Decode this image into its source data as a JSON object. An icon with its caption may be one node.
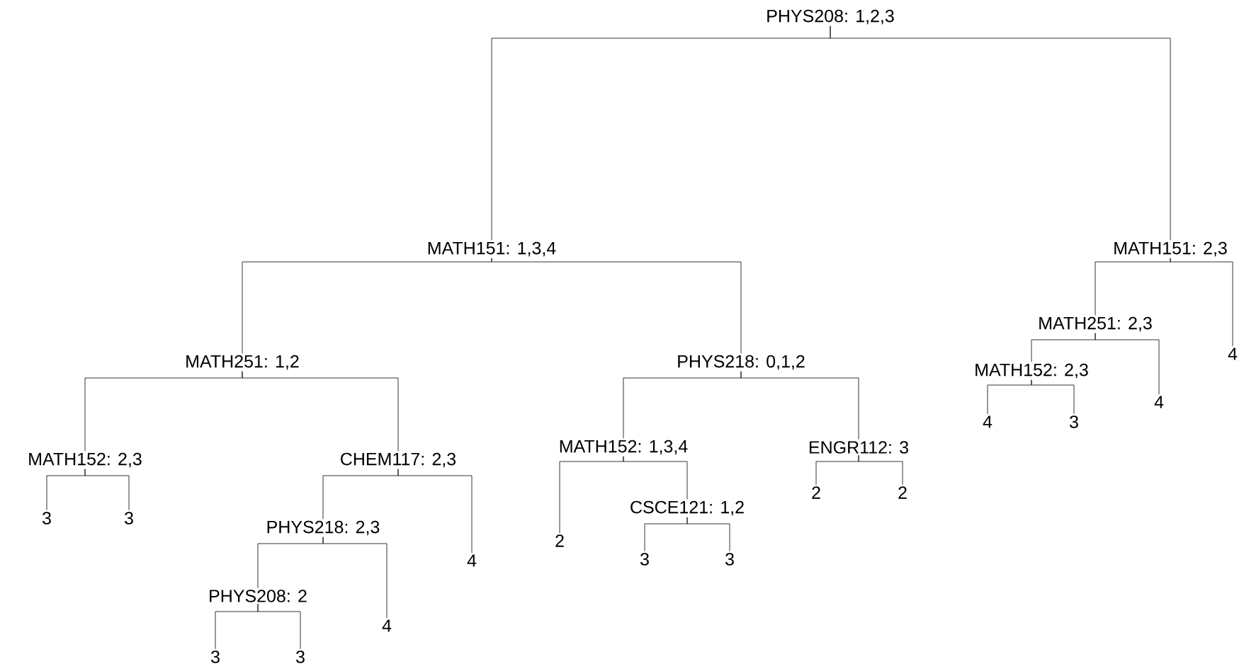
{
  "diagram": {
    "nodes": [
      {
        "text": [
          "PHYS208: 1,2,3"
        ]
      },
      {
        "text": [
          "MATH151: 1,3,4"
        ]
      },
      {
        "text": [
          "MATH251: 1,2"
        ]
      },
      {
        "text": [
          "MATH152: 2,3"
        ]
      },
      {
        "text": [
          "3"
        ]
      },
      {
        "text": [
          "3"
        ]
      },
      {
        "text": [
          "CHEM117: 2,3"
        ]
      },
      {
        "text": [
          "PHYS218: 2,3"
        ]
      },
      {
        "text": [
          "PHYS208: 2"
        ]
      },
      {
        "text": [
          "3"
        ]
      },
      {
        "text": [
          "3"
        ]
      },
      {
        "text": [
          "4"
        ]
      },
      {
        "text": [
          "4"
        ]
      },
      {
        "text": [
          "PHYS218: 0,1,2"
        ]
      },
      {
        "text": [
          "MATH152: 1,3,4"
        ]
      },
      {
        "text": [
          "2"
        ]
      },
      {
        "text": [
          "CSCE121: 1,2"
        ]
      },
      {
        "text": [
          "3"
        ]
      },
      {
        "text": [
          "3"
        ]
      },
      {
        "text": [
          "ENGR112: 3"
        ]
      },
      {
        "text": [
          "2"
        ]
      },
      {
        "text": [
          "2"
        ]
      },
      {
        "text": [
          "MATH151: 2,3"
        ]
      },
      {
        "text": [
          "MATH251: 2,3"
        ]
      },
      {
        "text": [
          "MATH152: 2,3"
        ]
      },
      {
        "text": [
          "4"
        ]
      },
      {
        "text": [
          "3"
        ]
      },
      {
        "text": [
          "4"
        ]
      },
      {
        "text": [
          "4"
        ]
      }
    ],
    "edges": [
      {
        "from": 0,
        "to": 1,
        "arrow": "none"
      },
      {
        "from": 0,
        "to": 22,
        "arrow": "none"
      },
      {
        "from": 1,
        "to": 2,
        "arrow": "none"
      },
      {
        "from": 1,
        "to": 13,
        "arrow": "none"
      },
      {
        "from": 2,
        "to": 3,
        "arrow": "none"
      },
      {
        "from": 2,
        "to": 6,
        "arrow": "none"
      },
      {
        "from": 3,
        "to": 4,
        "arrow": "none"
      },
      {
        "from": 3,
        "to": 5,
        "arrow": "none"
      },
      {
        "from": 6,
        "to": 7,
        "arrow": "none"
      },
      {
        "from": 6,
        "to": 12,
        "arrow": "none"
      },
      {
        "from": 7,
        "to": 8,
        "arrow": "none"
      },
      {
        "from": 7,
        "to": 11,
        "arrow": "none"
      },
      {
        "from": 8,
        "to": 9,
        "arrow": "none"
      },
      {
        "from": 8,
        "to": 10,
        "arrow": "none"
      },
      {
        "from": 13,
        "to": 14,
        "arrow": "none"
      },
      {
        "from": 13,
        "to": 19,
        "arrow": "none"
      },
      {
        "from": 14,
        "to": 15,
        "arrow": "none"
      },
      {
        "from": 14,
        "to": 16,
        "arrow": "none"
      },
      {
        "from": 16,
        "to": 17,
        "arrow": "none"
      },
      {
        "from": 16,
        "to": 18,
        "arrow": "none"
      },
      {
        "from": 19,
        "to": 20,
        "arrow": "none"
      },
      {
        "from": 19,
        "to": 21,
        "arrow": "none"
      },
      {
        "from": 22,
        "to": 23,
        "arrow": "none"
      },
      {
        "from": 22,
        "to": 28,
        "arrow": "none"
      },
      {
        "from": 23,
        "to": 24,
        "arrow": "none"
      },
      {
        "from": 23,
        "to": 27,
        "arrow": "none"
      },
      {
        "from": 24,
        "to": 25,
        "arrow": "none"
      },
      {
        "from": 24,
        "to": 26,
        "arrow": "none"
      }
    ]
  }
}
